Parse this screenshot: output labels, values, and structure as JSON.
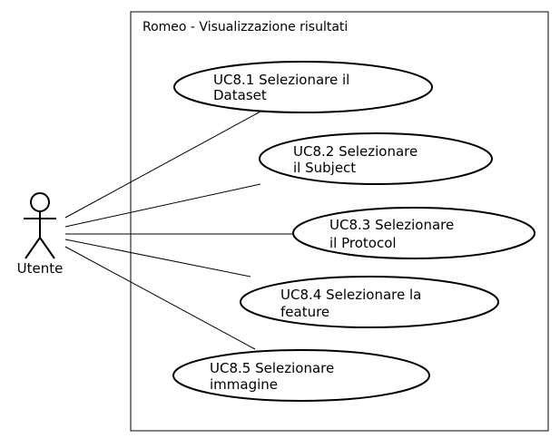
{
  "system": {
    "title": "Romeo - Visualizzazione risultati"
  },
  "actor": {
    "name": "Utente"
  },
  "use_cases": [
    {
      "lines": [
        "UC8.1 Selezionare il",
        "Dataset"
      ]
    },
    {
      "lines": [
        "UC8.2 Selezionare",
        "il Subject"
      ]
    },
    {
      "lines": [
        "UC8.3 Selezionare",
        "il Protocol"
      ]
    },
    {
      "lines": [
        "UC8.4 Selezionare la",
        "feature"
      ]
    },
    {
      "lines": [
        "UC8.5 Selezionare",
        "immagine"
      ]
    }
  ]
}
